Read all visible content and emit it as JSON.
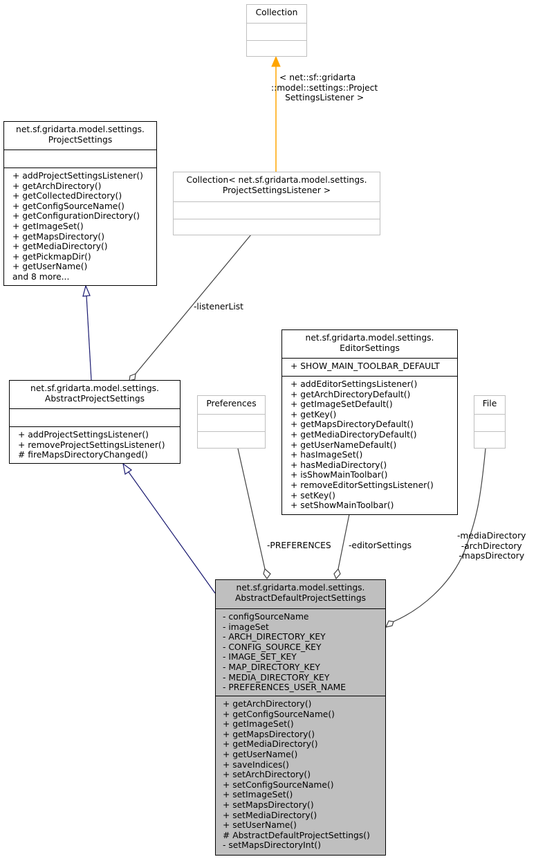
{
  "nodes": {
    "collection": {
      "title": "Collection",
      "attributes": [],
      "methods": []
    },
    "collection_listener": {
      "title_lines": [
        "Collection< net.sf.gridarta.model.settings.",
        "ProjectSettingsListener >"
      ],
      "attributes": [],
      "methods": []
    },
    "project_settings": {
      "title_lines": [
        "net.sf.gridarta.model.settings.",
        "ProjectSettings"
      ],
      "attributes": [],
      "methods": [
        "+ addProjectSettingsListener()",
        "+ getArchDirectory()",
        "+ getCollectedDirectory()",
        "+ getConfigSourceName()",
        "+ getConfigurationDirectory()",
        "+ getImageSet()",
        "+ getMapsDirectory()",
        "+ getMediaDirectory()",
        "+ getPickmapDir()",
        "+ getUserName()",
        "and 8 more..."
      ]
    },
    "abstract_project_settings": {
      "title_lines": [
        "net.sf.gridarta.model.settings.",
        "AbstractProjectSettings"
      ],
      "attributes": [],
      "methods": [
        "+ addProjectSettingsListener()",
        "+ removeProjectSettingsListener()",
        "# fireMapsDirectoryChanged()"
      ]
    },
    "preferences": {
      "title": "Preferences",
      "attributes": [],
      "methods": []
    },
    "editor_settings": {
      "title_lines": [
        "net.sf.gridarta.model.settings.",
        "EditorSettings"
      ],
      "attributes": [
        "+ SHOW_MAIN_TOOLBAR_DEFAULT"
      ],
      "methods": [
        "+ addEditorSettingsListener()",
        "+ getArchDirectoryDefault()",
        "+ getImageSetDefault()",
        "+ getKey()",
        "+ getMapsDirectoryDefault()",
        "+ getMediaDirectoryDefault()",
        "+ getUserNameDefault()",
        "+ hasImageSet()",
        "+ hasMediaDirectory()",
        "+ isShowMainToolbar()",
        "+ removeEditorSettingsListener()",
        "+ setKey()",
        "+ setShowMainToolbar()"
      ]
    },
    "file": {
      "title": "File",
      "attributes": [],
      "methods": []
    },
    "abstract_default_project_settings": {
      "title_lines": [
        "net.sf.gridarta.model.settings.",
        "AbstractDefaultProjectSettings"
      ],
      "attributes": [
        "- configSourceName",
        "- imageSet",
        "- ARCH_DIRECTORY_KEY",
        "- CONFIG_SOURCE_KEY",
        "- IMAGE_SET_KEY",
        "- MAP_DIRECTORY_KEY",
        "- MEDIA_DIRECTORY_KEY",
        "- PREFERENCES_USER_NAME"
      ],
      "methods": [
        "+ getArchDirectory()",
        "+ getConfigSourceName()",
        "+ getImageSet()",
        "+ getMapsDirectory()",
        "+ getMediaDirectory()",
        "+ getUserName()",
        "+ saveIndices()",
        "+ setArchDirectory()",
        "+ setConfigSourceName()",
        "+ setImageSet()",
        "+ setMapsDirectory()",
        "+ setMediaDirectory()",
        "+ setUserName()",
        "# AbstractDefaultProjectSettings()",
        "- setMapsDirectoryInt()"
      ]
    }
  },
  "edges": {
    "template_label": [
      "< net::sf::gridarta",
      "::model::settings::Project",
      "SettingsListener >"
    ],
    "listener_list": "-listenerList",
    "preferences": "-PREFERENCES",
    "editor_settings": "-editorSettings",
    "file_roles": [
      "-mediaDirectory",
      "-archDirectory",
      "-mapsDirectory"
    ]
  },
  "colors": {
    "inheritance": "#191970",
    "template": "#ffa500",
    "association": "#404040",
    "focus_fill": "#bfbfbf",
    "weak_border": "#bfbfbf"
  }
}
